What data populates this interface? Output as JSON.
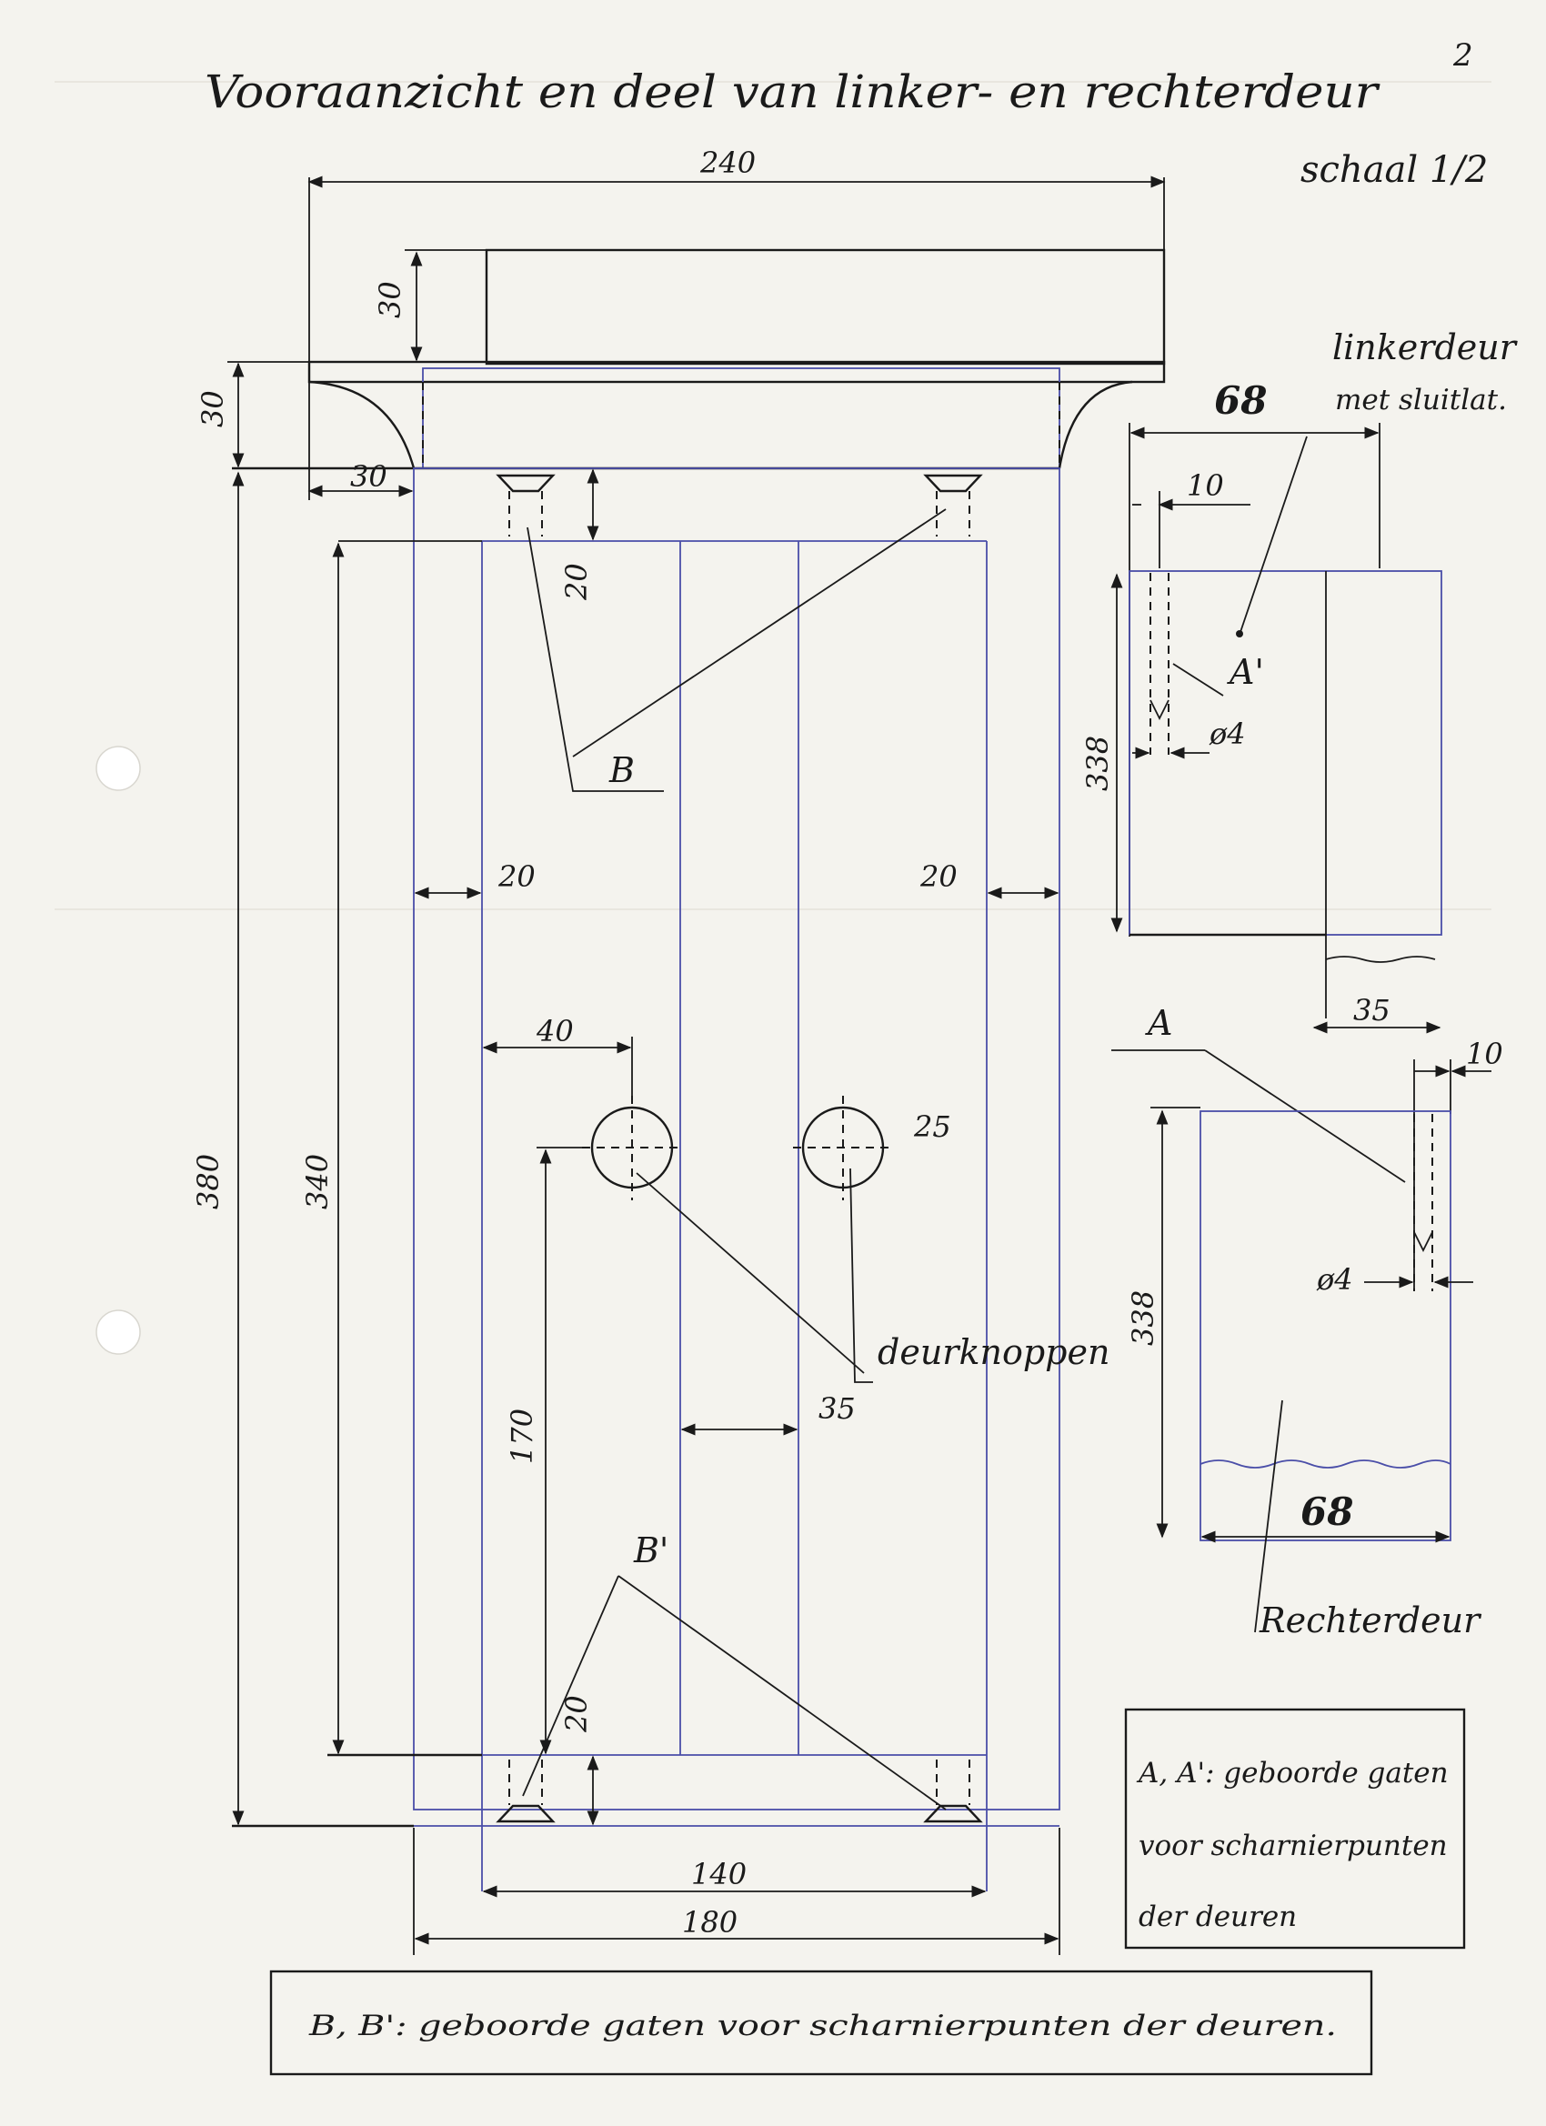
{
  "header": {
    "page_number": "2",
    "title": "Vooraanzicht en deel van linker- en rechterdeur",
    "scale": "schaal 1/2"
  },
  "dimensions": {
    "width_total": "240",
    "top_panel_height": "30",
    "cornice_height": "30",
    "overhang_width": "30",
    "hinge_offset_top": "20",
    "height_total": "380",
    "height_doors": "340",
    "side_left": "20",
    "side_right": "20",
    "knob_offset": "40",
    "knob_diameter": "25",
    "center_gap": "35",
    "knob_height": "170",
    "hinge_offset_bottom": "20",
    "width_inner": "140",
    "width_body": "180"
  },
  "labels": {
    "B": "B",
    "B_prime": "B'",
    "A": "A",
    "A_prime": "A'",
    "door_knobs": "deurknoppen"
  },
  "left_door": {
    "title": "linkerdeur",
    "subtitle": "met sluitlat.",
    "width": "68",
    "hole_offset": "10",
    "height": "338",
    "hole_diameter": "ø4",
    "offset": "35"
  },
  "right_door": {
    "title": "Rechterdeur",
    "hole_offset": "10",
    "height": "338",
    "hole_diameter": "ø4",
    "width": "68"
  },
  "notes": {
    "A": [
      "A, A': geboorde gaten",
      "voor scharnierpunten",
      "der deuren"
    ],
    "B": "B, B': geboorde gaten voor scharnierpunten der deuren."
  }
}
